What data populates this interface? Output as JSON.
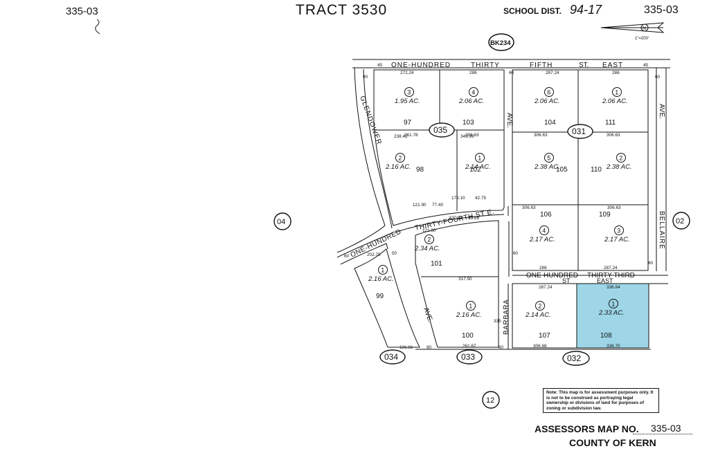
{
  "header": {
    "page_left": "335-03",
    "title": "TRACT 3530",
    "school_dist_label": "SCHOOL DIST.",
    "school_dist_value": "94-17",
    "page_right": "335-03",
    "north_marker": "N",
    "scale": "1\"=200'",
    "book": "BK234"
  },
  "streets": {
    "top": [
      "ONE-HUNDRED",
      "THIRTY",
      "FIFTH",
      "ST.",
      "EAST"
    ],
    "glendower": "GLENDOWER",
    "thirty_fourth": "THIRTY-FOURTH ST E.",
    "one_hundred": "ONE-HUNDRED",
    "ave_left": "AVE.",
    "ave_mid": "AVE.",
    "ave_right": "AVE.",
    "bellaire": "BELLAIRE",
    "barbara": "BARBARA",
    "lower_row": [
      "ONE-HUNDRED",
      "THIRTY-THIRD",
      "ST",
      "EAST"
    ]
  },
  "map_pages": {
    "p035": "035",
    "p031": "031",
    "p034": "034",
    "p033": "033",
    "p032": "032",
    "p04": "04",
    "p02": "02",
    "p12": "12"
  },
  "parcels": [
    {
      "num": "3",
      "acres": "1.95 AC.",
      "label": "97"
    },
    {
      "num": "4",
      "acres": "2.06 AC.",
      "label": "103"
    },
    {
      "num": "6",
      "acres": "2.06 AC.",
      "label": "104"
    },
    {
      "num": "1",
      "acres": "2.06 AC.",
      "label": "111"
    },
    {
      "num": "2",
      "acres": "2.16 AC.",
      "label": "98"
    },
    {
      "num": "1",
      "acres": "2.14 AC.",
      "label": "102"
    },
    {
      "num": "5",
      "acres": "2.38 AC.",
      "label": "105"
    },
    {
      "num": "2",
      "acres": "2.38 AC.",
      "label": "110"
    },
    {
      "num": "2",
      "acres": "2.34 AC.",
      "label": "101"
    },
    {
      "num": "4",
      "acres": "2.17 AC.",
      "label": "106"
    },
    {
      "num": "3",
      "acres": "2.17 AC.",
      "label": "109"
    },
    {
      "num": "1",
      "acres": "2.16 AC.",
      "label": "99"
    },
    {
      "num": "1",
      "acres": "2.16 AC.",
      "label": "100"
    },
    {
      "num": "2",
      "acres": "2.14 AC.",
      "label": "107"
    },
    {
      "num": "1",
      "acres": "2.33 AC.",
      "label": "108"
    }
  ],
  "dimensions": {
    "d1": "45",
    "d2": "272.24",
    "d3": "286",
    "d4": "60",
    "d5": "287.24",
    "d6": "286",
    "d7": "45",
    "d8": "90",
    "d9": "60",
    "d10": "261.78",
    "d11": "306.63",
    "d12": "306.63",
    "d13": "306.63",
    "d14": "238.42",
    "d15": "349.99",
    "d16": "176.10",
    "d17": "42.75",
    "d18": "121.90",
    "d19": "77.40",
    "d20": "227.28",
    "d21": "39.66",
    "d22": "121.90",
    "d23": "306.63",
    "d24": "306.63",
    "d25": "286",
    "d26": "287.24",
    "d27": "317.50",
    "d28": "287.24",
    "d29": "336.64",
    "d30": "202.78",
    "d31": "50",
    "d32": "60",
    "d33": "261.67",
    "d34": "306.68",
    "d35": "336.70",
    "d36": "131.81",
    "d37": "90",
    "d38": "60",
    "d39": "335",
    "d40": "60",
    "d41": "60"
  },
  "highlight_color": "#9ed6e8",
  "note": "Note: This map is for assessment purposes only. It is not to be construed as portraying legal ownership or divisions of land for purposes of zoning or subdivision law.",
  "footer": {
    "assessors_label": "ASSESSORS MAP NO.",
    "map_no": "335-03",
    "county": "COUNTY OF KERN"
  }
}
